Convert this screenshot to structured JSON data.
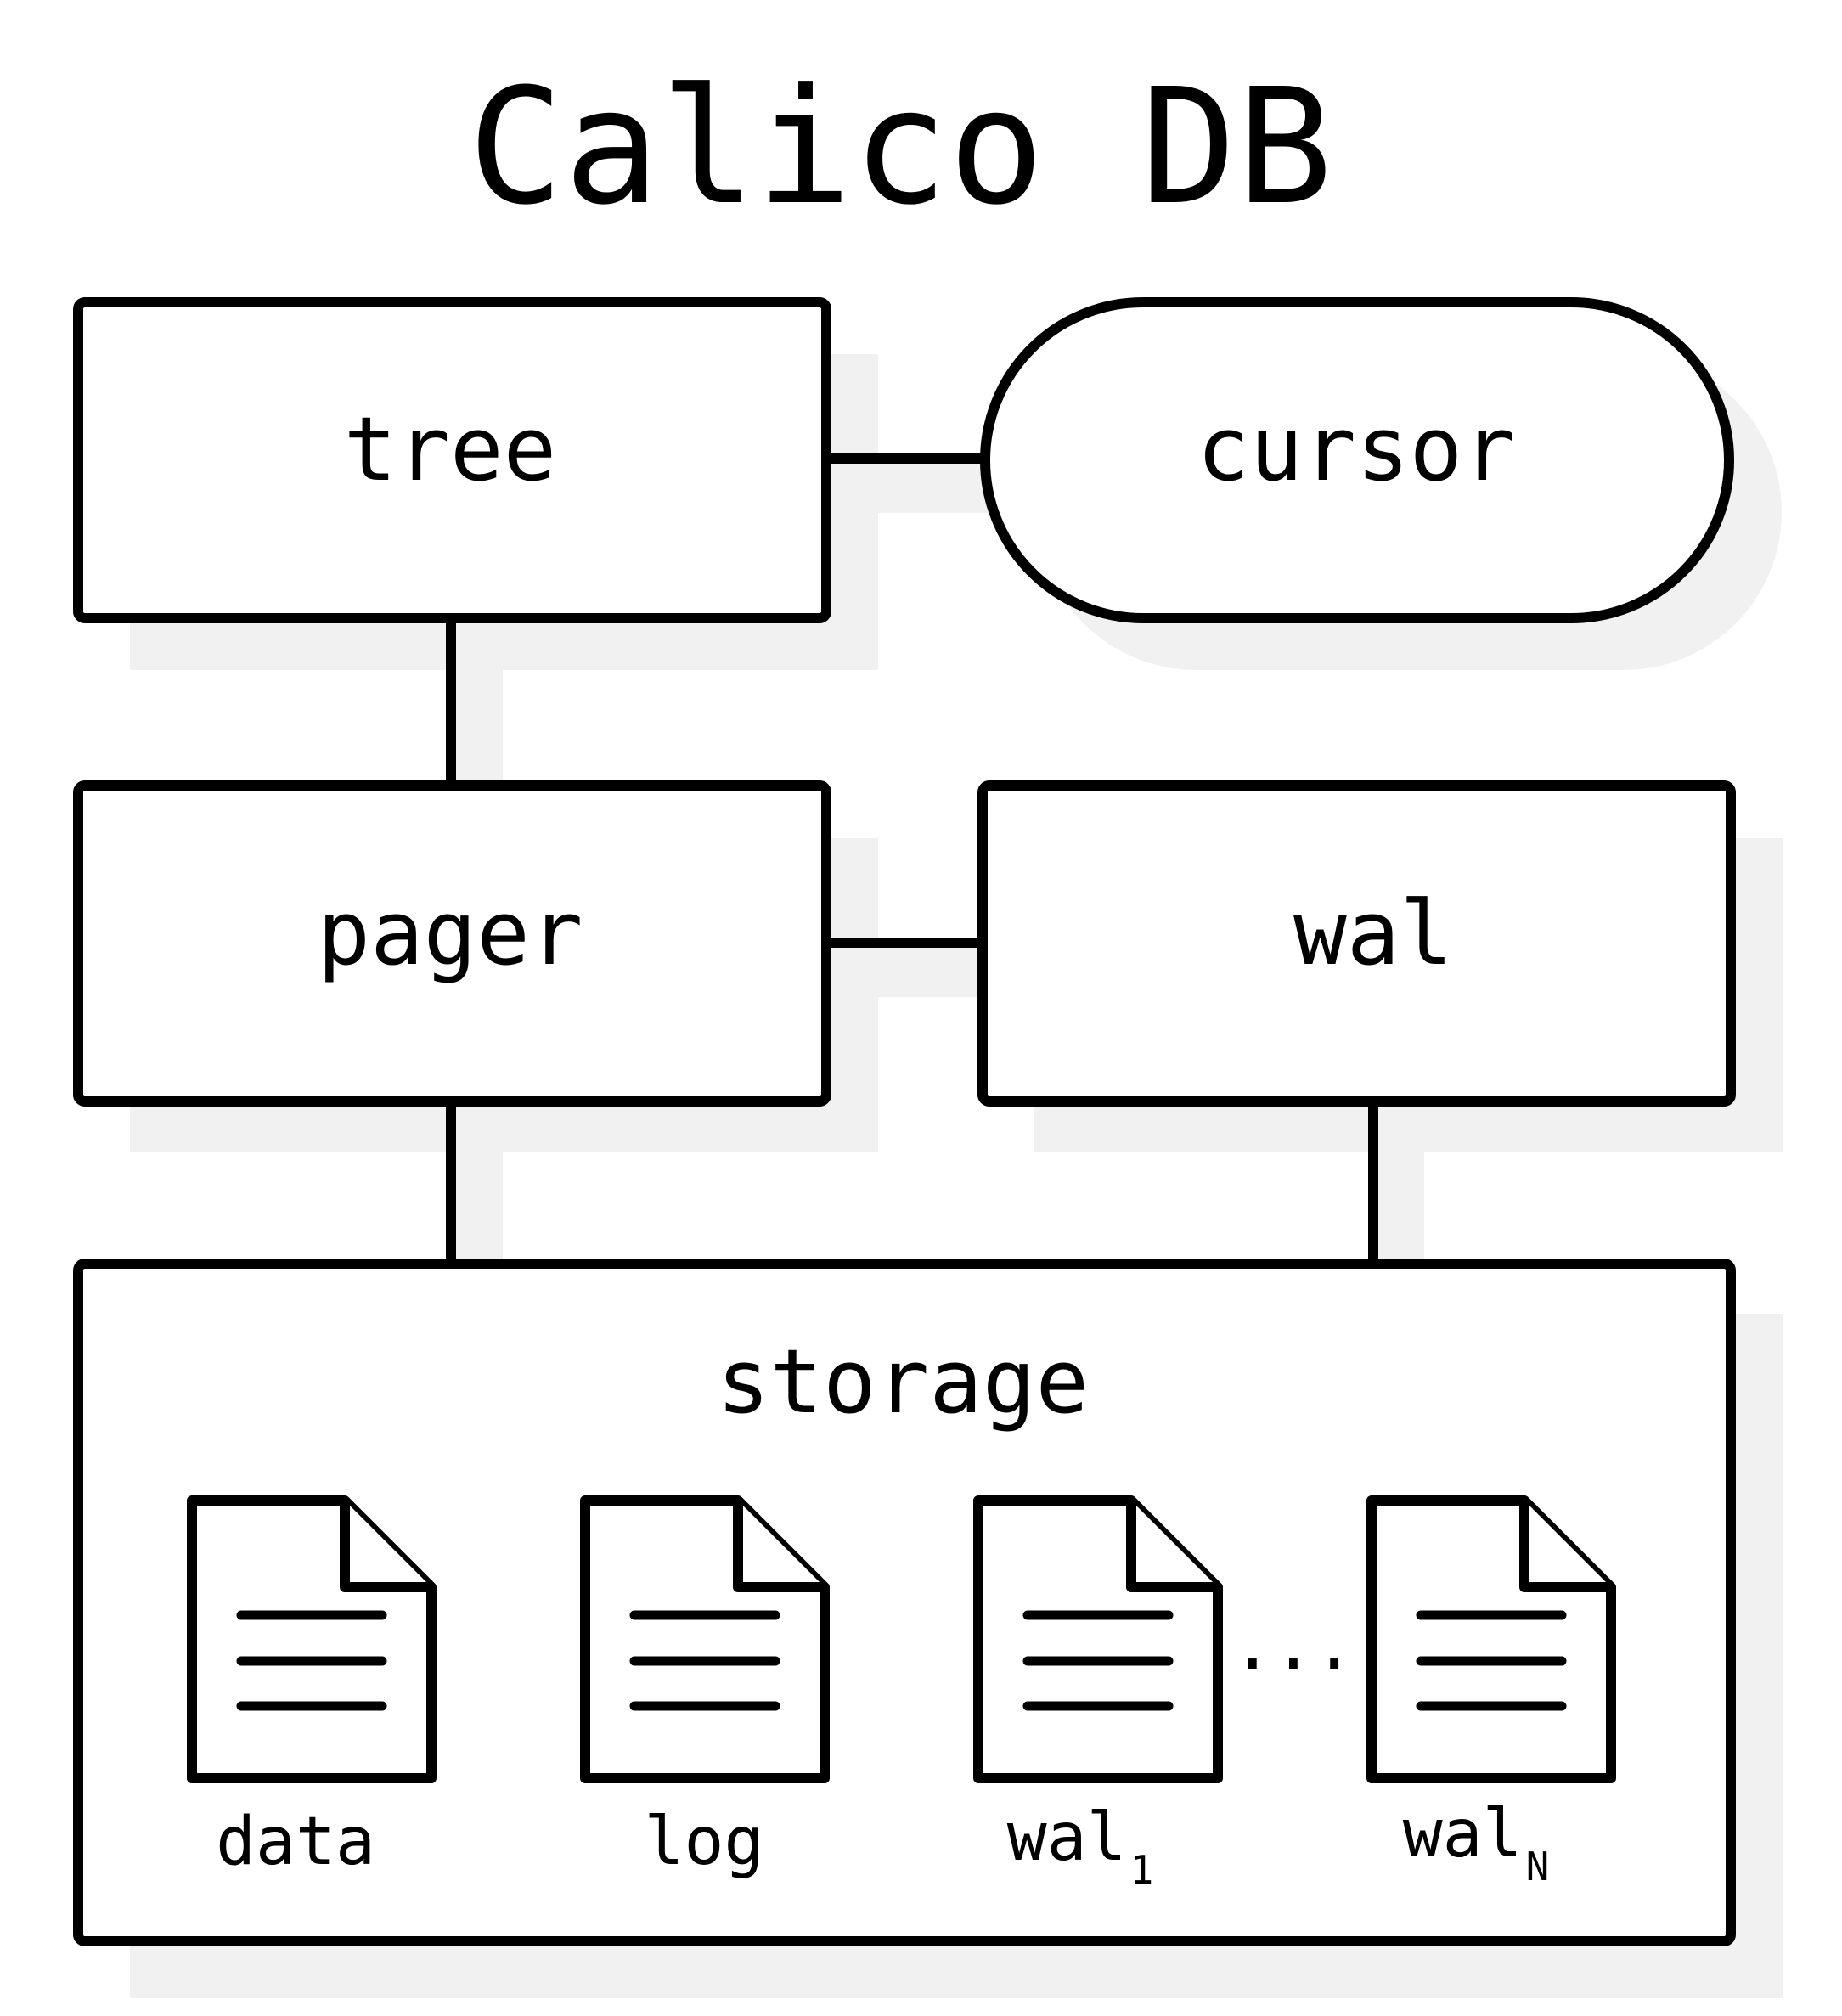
{
  "title": "Calico DB",
  "nodes": {
    "tree": "tree",
    "cursor": "cursor",
    "pager": "pager",
    "wal": "wal",
    "storage": "storage"
  },
  "files": {
    "data": "data",
    "log": "log",
    "wal_first": {
      "base": "wal",
      "sub": "1"
    },
    "wal_last": {
      "base": "wal",
      "sub": "N"
    },
    "ellipsis": "..."
  },
  "colors": {
    "stroke": "#000000",
    "shadow": "#f1f1f1",
    "background": "#ffffff"
  }
}
